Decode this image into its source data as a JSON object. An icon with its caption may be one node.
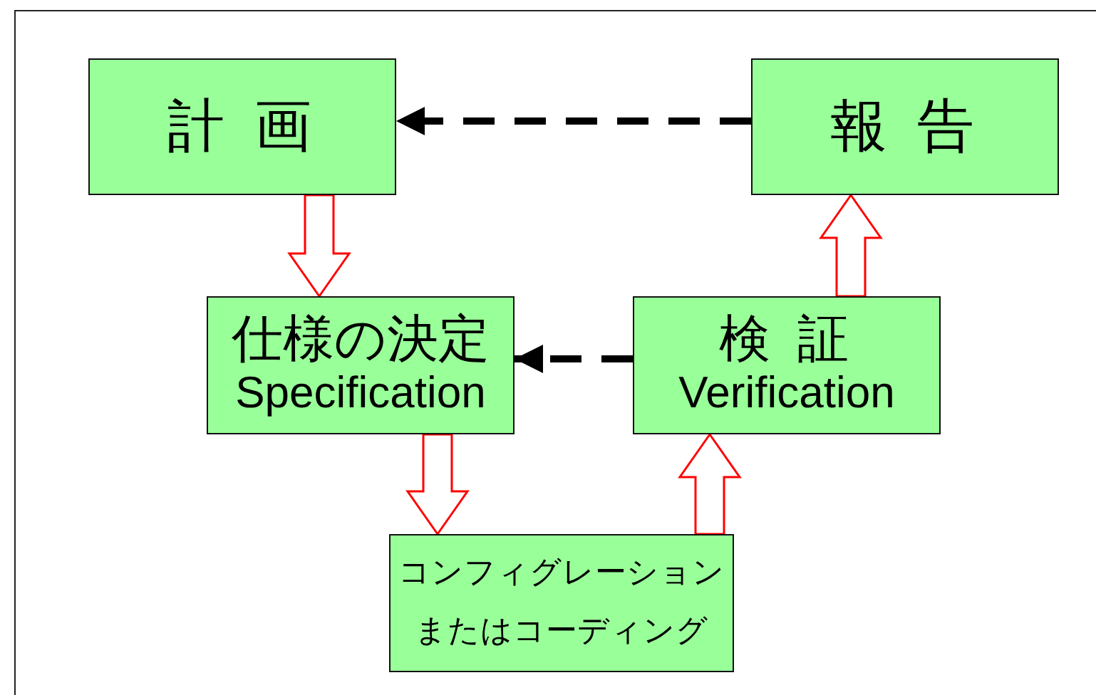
{
  "diagram": {
    "nodes": [
      {
        "text": [
          "計 画"
        ]
      },
      {
        "text": [
          "報 告"
        ]
      },
      {
        "text": [
          "仕様の決定",
          "Specification"
        ]
      },
      {
        "text": [
          "検 証",
          "Verification"
        ]
      },
      {
        "text": [
          "コンフィグレーション",
          "またはコーディング"
        ]
      }
    ],
    "edges": [
      {
        "from": 1,
        "to": 0,
        "arrow": "to",
        "style": "dashed",
        "color": "#000000"
      },
      {
        "from": 0,
        "to": 2,
        "arrow": "to"
      },
      {
        "from": 3,
        "to": 1,
        "arrow": "to"
      },
      {
        "from": 3,
        "to": 2,
        "arrow": "to",
        "style": "dashed",
        "color": "#000000"
      },
      {
        "from": 2,
        "to": 4,
        "arrow": "to"
      },
      {
        "from": 4,
        "to": 3,
        "arrow": "to"
      }
    ]
  }
}
